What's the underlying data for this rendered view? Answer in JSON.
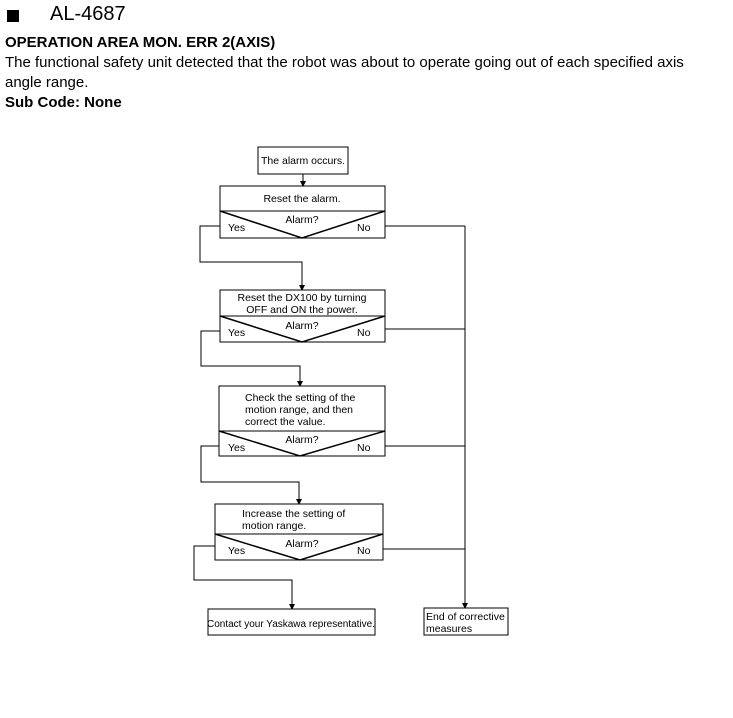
{
  "alarm": {
    "code": "AL-4687",
    "title": "OPERATION AREA MON. ERR 2(AXIS)",
    "description": "The functional safety unit detected that the robot was about to operate going out of each specified axis angle range.",
    "sub_code": "Sub Code: None"
  },
  "flowchart": {
    "start": "The alarm occurs.",
    "steps": [
      {
        "lines": [
          "Reset the alarm."
        ]
      },
      {
        "lines": [
          "Reset the DX100 by turning",
          "OFF and ON the power."
        ]
      },
      {
        "lines": [
          "Check the setting of the",
          "motion range, and then",
          "correct the value."
        ]
      },
      {
        "lines": [
          "Increase the setting of",
          "motion range."
        ]
      }
    ],
    "decision_label": "Alarm?",
    "yes_label": "Yes",
    "no_label": "No",
    "contact": "Contact your Yaskawa representative.",
    "end_lines": [
      "End of corrective",
      "measures"
    ]
  }
}
